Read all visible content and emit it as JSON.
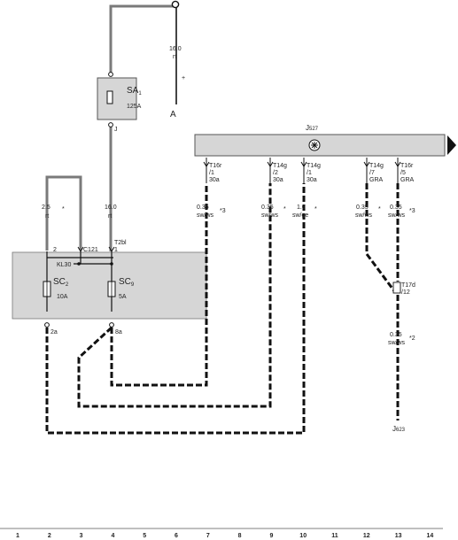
{
  "components": {
    "sa1": {
      "name": "SA",
      "sub": "1",
      "rating": "125A",
      "pin_top": "",
      "pin_bottom": "J"
    },
    "sc2": {
      "name": "SC",
      "sub": "2",
      "rating": "10A"
    },
    "sc9": {
      "name": "SC",
      "sub": "9",
      "rating": "5A"
    },
    "j527": {
      "name": "J",
      "sub": "527"
    },
    "j623": {
      "name": "J",
      "sub": "623"
    },
    "kl30": "KL30",
    "battery_terminal": {
      "label": "A",
      "polarity": "+"
    }
  },
  "wires": {
    "top_right": {
      "size": "16.0",
      "color": "rt"
    },
    "feed": {
      "size": "16.0",
      "color": "rt"
    },
    "sc2_feed": {
      "size": "2.5",
      "color": "rt",
      "mark": "*"
    },
    "w7": {
      "size": "0.35",
      "color": "sw/ws",
      "mark": "*3"
    },
    "w9": {
      "size": "0.35",
      "color": "sw/ws",
      "mark": "*"
    },
    "w10": {
      "size": "1.0",
      "color": "sw/ge",
      "mark": "*"
    },
    "w12": {
      "size": "0.35",
      "color": "sw/ws",
      "mark": "*"
    },
    "w13": {
      "size": "0.35",
      "color": "sw/ws",
      "mark": "*3"
    },
    "w13b": {
      "size": "0.35",
      "color": "sw/ws",
      "mark": "*2"
    }
  },
  "connectors": {
    "t16r_a": {
      "name": "T16r",
      "pin": "/1",
      "term": "30a"
    },
    "t14g_a": {
      "name": "T14g",
      "pin": "/2",
      "term": "30a"
    },
    "t14g_b": {
      "name": "T14g",
      "pin": "/1",
      "term": "30a"
    },
    "t14g_c": {
      "name": "T14g",
      "pin": "/7",
      "term": "GRA"
    },
    "t16r_b": {
      "name": "T16r",
      "pin": "/5",
      "term": "GRA"
    },
    "t17d": {
      "name": "T17d",
      "pin": "/12"
    },
    "c121": "C121",
    "t2bl": {
      "name": "T2bl",
      "pin": "1"
    },
    "pin_2": "2",
    "pin_2a": "2a",
    "pin_8a": "8a"
  },
  "ruler": [
    "1",
    "2",
    "3",
    "4",
    "5",
    "6",
    "7",
    "8",
    "9",
    "10",
    "11",
    "12",
    "13",
    "14"
  ],
  "colors": {
    "wire": "#111111",
    "grey_wire": "#7a7a7a",
    "box_fill": "#d6d6d6",
    "box_stroke": "#555555"
  }
}
